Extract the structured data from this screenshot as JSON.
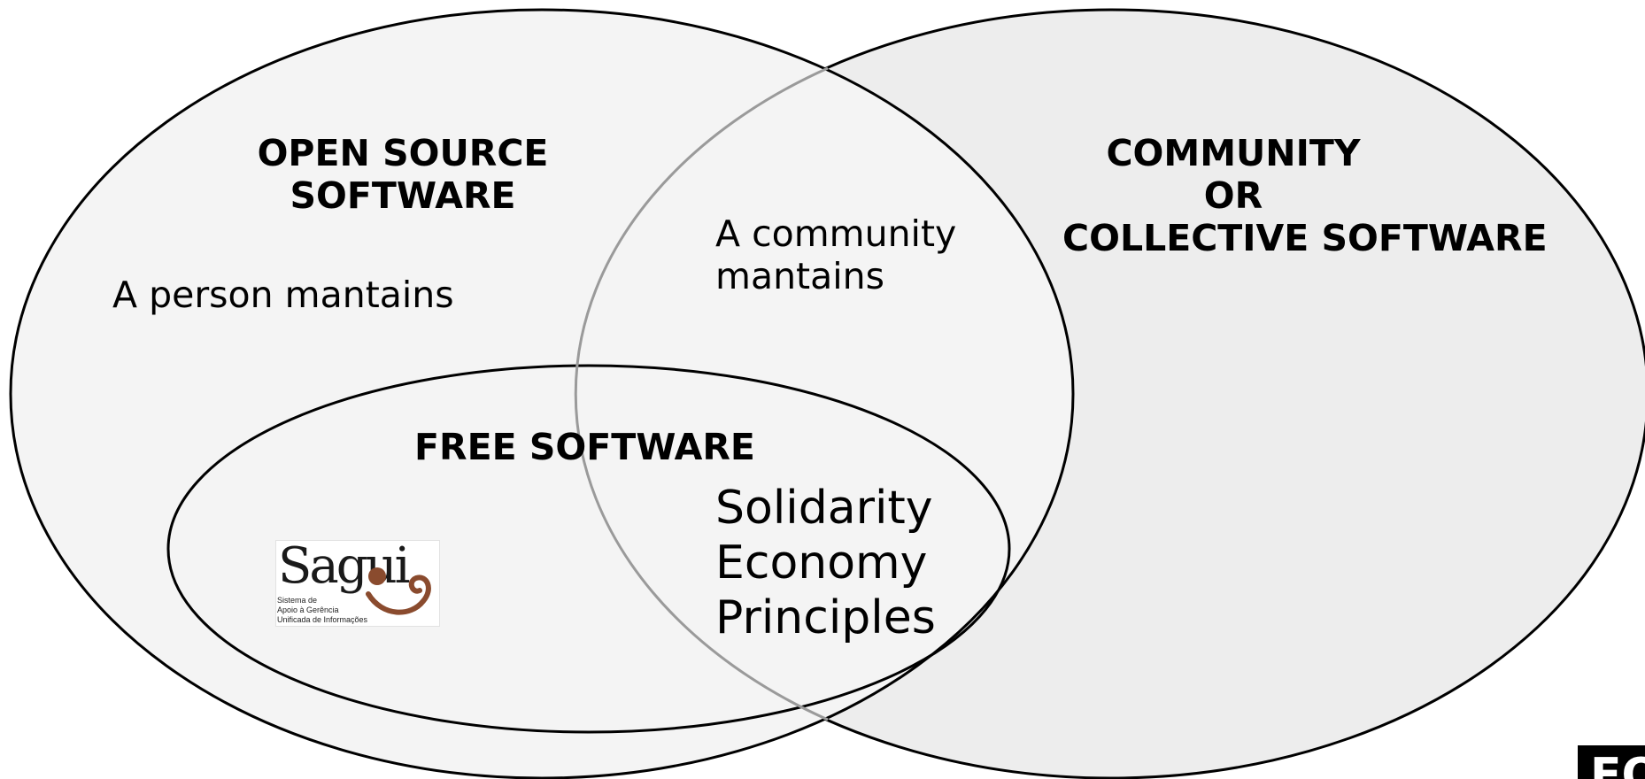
{
  "colors": {
    "left_circle_fill": "#f4f4f4",
    "right_circle_fill": "#ededed",
    "outline": "#000000",
    "overlap_outline": "#9a9a9a",
    "logo_brown": "#8a4b2e"
  },
  "sets": {
    "open_source": {
      "title_line1": "OPEN SOURCE",
      "title_line2": "SOFTWARE",
      "description": "A person mantains"
    },
    "community": {
      "title_line1": "COMMUNITY",
      "title_line2": "OR",
      "title_line3": "COLLECTIVE SOFTWARE"
    },
    "free_software": {
      "title": "FREE SOFTWARE"
    },
    "overlap_top": {
      "line1": "A community",
      "line2": "mantains"
    },
    "overlap_bottom": {
      "line1": "Solidarity",
      "line2": "Economy",
      "line3": "Principles"
    }
  },
  "logo": {
    "word": "Sagui",
    "subtitle_line1": "Sistema de",
    "subtitle_line2": "Apoio à Gerência",
    "subtitle_line3": "Unificada de Informações"
  },
  "corner": {
    "text": "FO"
  }
}
